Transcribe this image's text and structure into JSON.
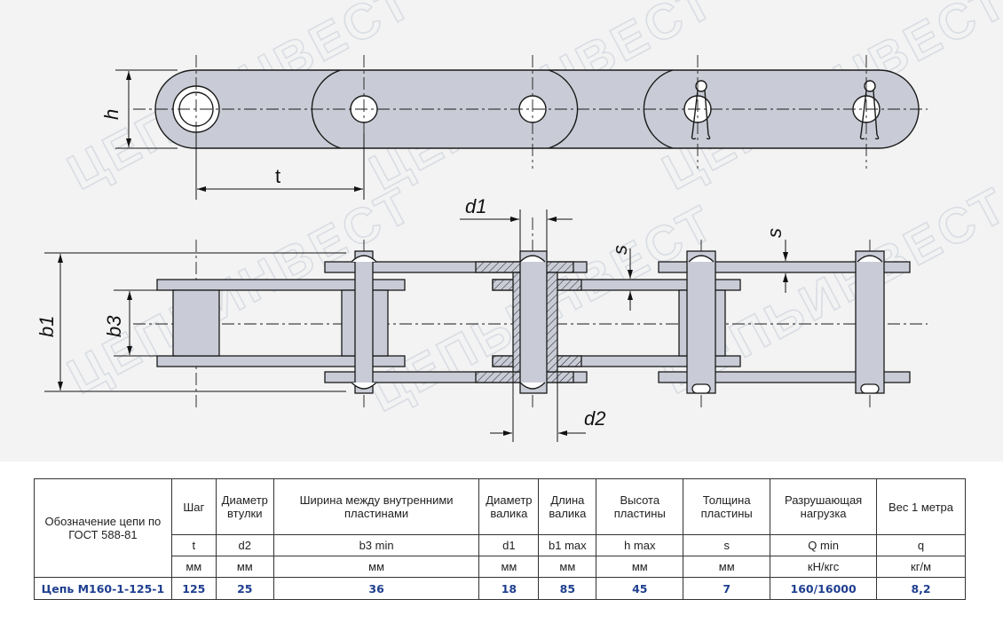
{
  "watermark": "ЦЕПЬИНВЕСТ",
  "dimensions": {
    "h": "h",
    "t": "t",
    "d1": "d1",
    "d2": "d2",
    "s_top": "s",
    "s_right": "s",
    "b1": "b1",
    "b3": "b3"
  },
  "colors": {
    "plate_fill": "#c9ccd6",
    "outline": "#1a1a1a",
    "background": "#f3f3f3",
    "data_text": "#1f3f8f"
  },
  "table": {
    "headers": [
      "Обозначение цепи по ГОСТ 588-81",
      "Шаг",
      "Диаметр втулки",
      "Ширина между внутренними пластинами",
      "Диаметр валика",
      "Длина валика",
      "Высота пластины",
      "Толщина пластины",
      "Разрушающая нагрузка",
      "Вес 1 метра"
    ],
    "symbols": [
      "t",
      "d2",
      "b3 min",
      "d1",
      "b1 max",
      "h max",
      "s",
      "Q min",
      "q"
    ],
    "units": [
      "мм",
      "мм",
      "мм",
      "мм",
      "мм",
      "мм",
      "мм",
      "кН/кгс",
      "кг/м"
    ],
    "row": {
      "name": "Цепь М160-1-125-1",
      "values": [
        "125",
        "25",
        "36",
        "18",
        "85",
        "45",
        "7",
        "160/16000",
        "8,2"
      ]
    }
  }
}
